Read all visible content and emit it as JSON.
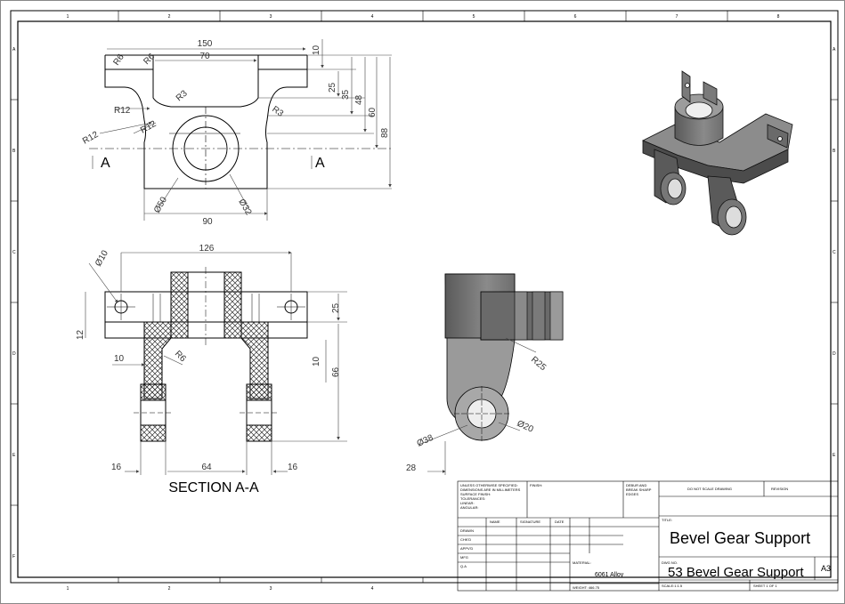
{
  "border": {
    "columns": [
      "1",
      "2",
      "3",
      "4",
      "5",
      "6",
      "7",
      "8"
    ],
    "rows": [
      "A",
      "B",
      "C",
      "D",
      "E",
      "F"
    ]
  },
  "top_view": {
    "dims": {
      "d150": "150",
      "d70": "70",
      "r6a": "R6",
      "r6b": "R6",
      "r12a": "R12",
      "r12b": "R12",
      "r12c": "R12",
      "r3a": "R3",
      "r3b": "R3",
      "dia50": "Ø50",
      "dia32": "Ø32",
      "d90": "90",
      "d10": "10",
      "d25": "25",
      "d35": "35",
      "d48": "48",
      "d60": "60",
      "d88": "88"
    },
    "section_mark": "A"
  },
  "section_view": {
    "dims": {
      "d126": "126",
      "dia10": "Ø10",
      "d12": "12",
      "d25": "25",
      "d10a": "10",
      "d66": "66",
      "r6": "R6",
      "d10b": "10",
      "d16a": "16",
      "d64": "64",
      "d16b": "16"
    },
    "title": "SECTION A-A"
  },
  "side_view": {
    "dims": {
      "r25": "R25",
      "dia20": "Ø20",
      "dia38": "Ø38",
      "d28": "28"
    }
  },
  "title_block": {
    "unless_notes": [
      "UNLESS OTHERWISE SPECIFIED:",
      "DIMENSIONS ARE IN MILLIMETERS",
      "SURFACE FINISH:",
      "TOLERANCES:",
      "  LINEAR:",
      "  ANGULAR:"
    ],
    "finish_label": "FINISH:",
    "deburr_notes": [
      "DEBUR AND",
      "BREAK SHARP",
      "EDGES"
    ],
    "do_not_scale": "DO NOT SCALE DRAWING",
    "revision_label": "REVISION",
    "col_name": "NAME",
    "col_signature": "SIGNATURE",
    "col_date": "DATE",
    "rows": [
      "DRAWN",
      "CHK'D",
      "APPV'D",
      "MFG",
      "Q.A"
    ],
    "title_label": "TITLE:",
    "title": "Bevel Gear Support",
    "material_label": "MATERIAL:",
    "material": "6061 Alloy",
    "dwg_label": "DWG NO.",
    "dwg_no": "53 Bevel Gear Support",
    "size": "A3",
    "weight": "WEIGHT: 466.75",
    "scale": "SCALE:1:1.5",
    "sheet": "SHEET 1 OF 1"
  }
}
